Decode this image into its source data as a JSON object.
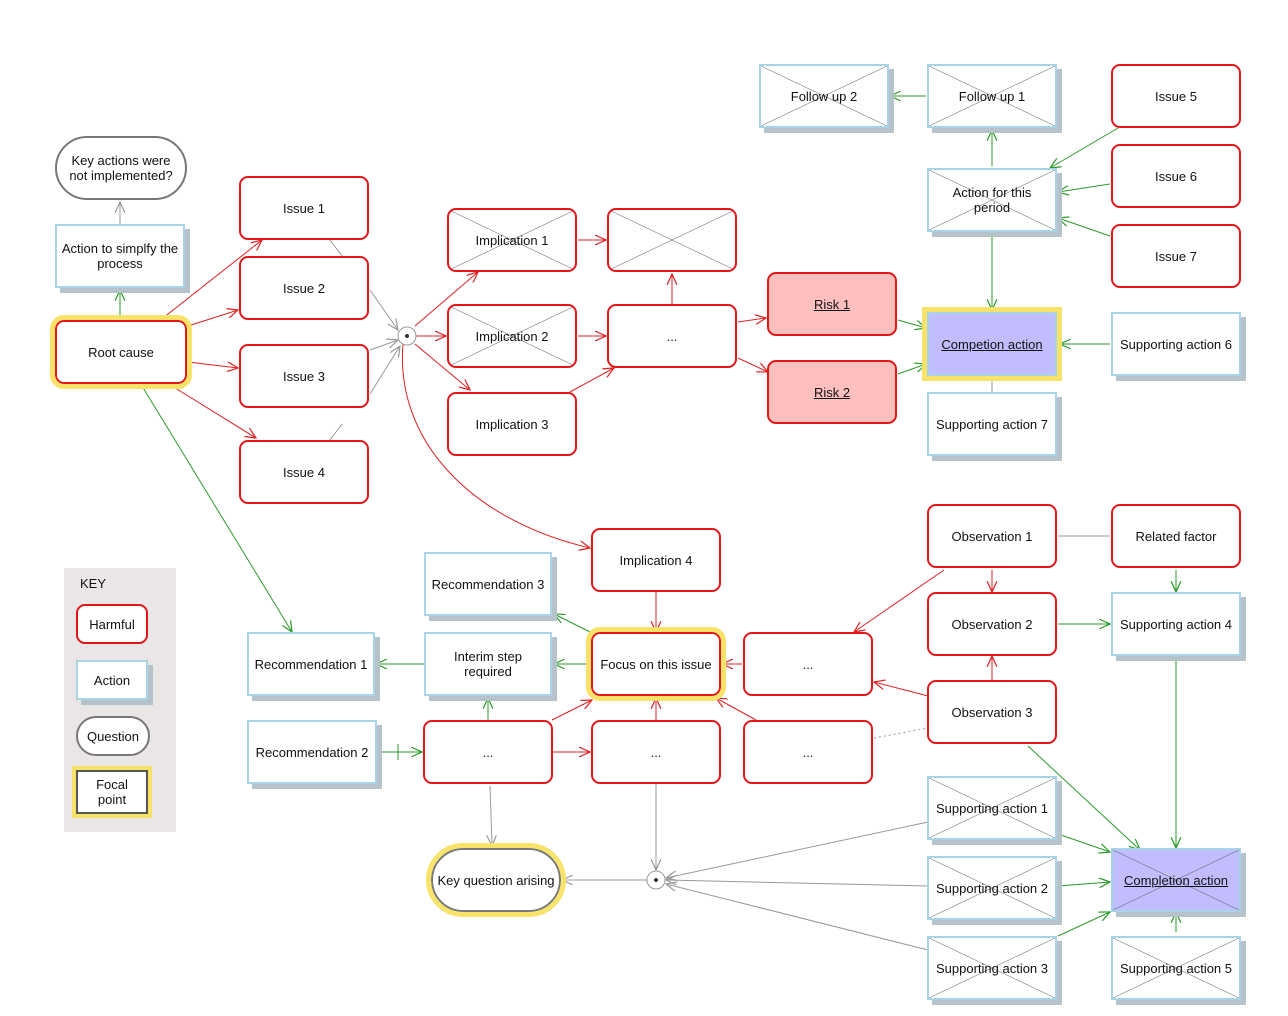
{
  "nodes": {
    "key_actions": "Key actions were not implemented?",
    "action_simplify": "Action to simplfy the process",
    "root_cause": "Root cause",
    "issue1": "Issue 1",
    "issue2": "Issue 2",
    "issue3": "Issue 3",
    "issue4": "Issue 4",
    "implication1": "Implication 1",
    "implication2": "Implication 2",
    "implication3": "Implication 3",
    "implication4": "Implication 4",
    "blank_top": "",
    "ellipsis_mid": "...",
    "risk1": "Risk 1",
    "risk2": "Risk 2",
    "follow_up2": "Follow up 2",
    "follow_up1": "Follow up 1",
    "action_period": "Action for this period",
    "issue5": "Issue 5",
    "issue6": "Issue 6",
    "issue7": "Issue 7",
    "competion_action": "Competion action",
    "supporting6": "Supporting action 6",
    "supporting7": "Supporting action 7",
    "observation1": "Observation 1",
    "observation2": "Observation 2",
    "observation3": "Observation 3",
    "related_factor": "Related factor",
    "supporting4": "Supporting action 4",
    "recommendation3": "Recommendation 3",
    "recommendation1": "Recommendation 1",
    "recommendation2": "Recommendation 2",
    "interim_step": "Interim step required",
    "focus_issue": "Focus on this issue",
    "ellipsis_right": "...",
    "ellipsis_bottom_left": "...",
    "ellipsis_bottom_mid": "...",
    "ellipsis_bottom_right": "...",
    "key_question": "Key question arising",
    "supporting1": "Supporting action 1",
    "supporting2": "Supporting action 2",
    "supporting3": "Supporting action 3",
    "completion_action": "Completion action",
    "supporting5": "Supporting action 5"
  },
  "key": {
    "title": "KEY",
    "harmful": "Harmful",
    "action": "Action",
    "question": "Question",
    "focal": "Focal point"
  },
  "colors": {
    "harmful_border": "#e01818",
    "action_border": "#a9d3e8",
    "question_border": "#777777",
    "focal_highlight": "#f8e36a",
    "risk_fill": "#ffbfbf",
    "completion_fill": "#c2bdff",
    "edge_red": "#e02020",
    "edge_green": "#2a9a2a",
    "edge_gray": "#999999"
  }
}
